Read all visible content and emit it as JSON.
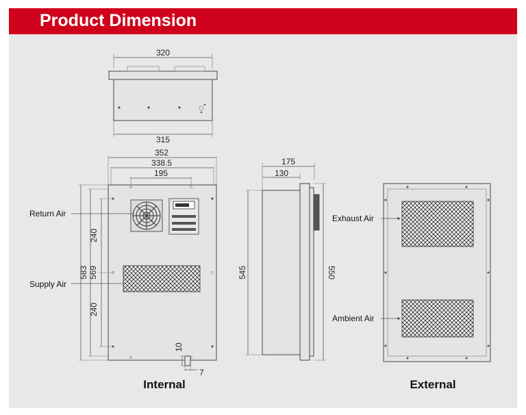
{
  "banner": {
    "title": "Product Dimension",
    "color": "#d0021b"
  },
  "top_view": {
    "dim_top": "320",
    "dim_bottom": "315"
  },
  "internal_view": {
    "dim_total_width": "352",
    "dim_inner_width": "338.5",
    "dim_hole_spacing": "195",
    "dim_total_height": "583",
    "dim_mount_height": "569",
    "dim_upper_half": "240",
    "dim_lower_half": "240",
    "dim_foot_height": "10",
    "dim_foot_width": "7",
    "label_return_air": "Return Air",
    "label_supply_air": "Supply Air",
    "caption": "Internal"
  },
  "side_view": {
    "dim_total_depth": "175",
    "dim_body_depth": "130",
    "dim_body_height": "545",
    "dim_flange_height": "550"
  },
  "external_view": {
    "label_exhaust_air": "Exhaust Air",
    "label_ambient_air": "Ambient Air",
    "caption": "External"
  }
}
